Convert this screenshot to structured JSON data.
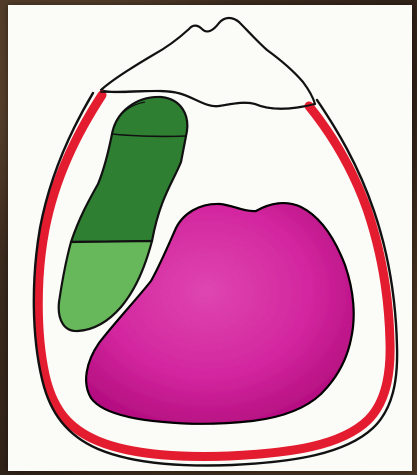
{
  "diagram": {
    "colors": {
      "background": "#3a2a1e",
      "paper": "#fbfbf8",
      "outline": "#111111",
      "red_wall": "#e31c2f",
      "dark_green": "#2f7f32",
      "light_green": "#66b85a",
      "magenta": "#dc2aa6",
      "magenta_dark": "#b5127f"
    },
    "elements": [
      "top-cap-outline",
      "red-outer-wall",
      "inner-outline",
      "green-lobe",
      "magenta-lobe"
    ]
  }
}
